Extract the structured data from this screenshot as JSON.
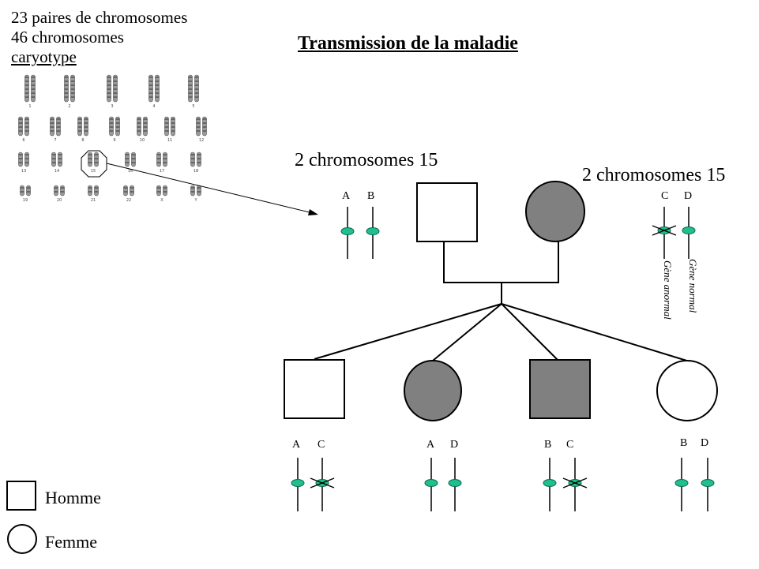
{
  "karyotype": {
    "line1": "23 paires de chromosomes",
    "line2": "46 chromosomes",
    "line3": "caryotype",
    "pair_numbers": [
      "1",
      "2",
      "3",
      "4",
      "5",
      "6",
      "7",
      "8",
      "9",
      "10",
      "11",
      "12",
      "13",
      "14",
      "15",
      "16",
      "17",
      "18",
      "19",
      "20",
      "21",
      "22",
      "X",
      "Y"
    ]
  },
  "title": {
    "part1": "Transmission",
    "part2": " de la maladie"
  },
  "father_chromosomes": {
    "heading": "2 chromosomes 15",
    "alleles": [
      "A",
      "B"
    ]
  },
  "mother_chromosomes": {
    "heading": "2 chromosomes 15",
    "alleles": [
      "C",
      "D"
    ],
    "label_abnormal": "Gène anormal",
    "label_normal": "Gène normal"
  },
  "children": [
    {
      "sex": "male",
      "affected": false,
      "alleles": [
        "A",
        "C"
      ]
    },
    {
      "sex": "female",
      "affected": true,
      "alleles": [
        "A",
        "D"
      ]
    },
    {
      "sex": "male",
      "affected": true,
      "alleles": [
        "B",
        "C"
      ]
    },
    {
      "sex": "female",
      "affected": false,
      "alleles": [
        "B",
        "D"
      ]
    }
  ],
  "legend": {
    "male_label": "Homme",
    "female_label": "Femme"
  },
  "colors": {
    "affected_fill": "#808080",
    "gene_marker": "#1fbf8f",
    "gene_marker_stroke": "#0a6a4a"
  }
}
